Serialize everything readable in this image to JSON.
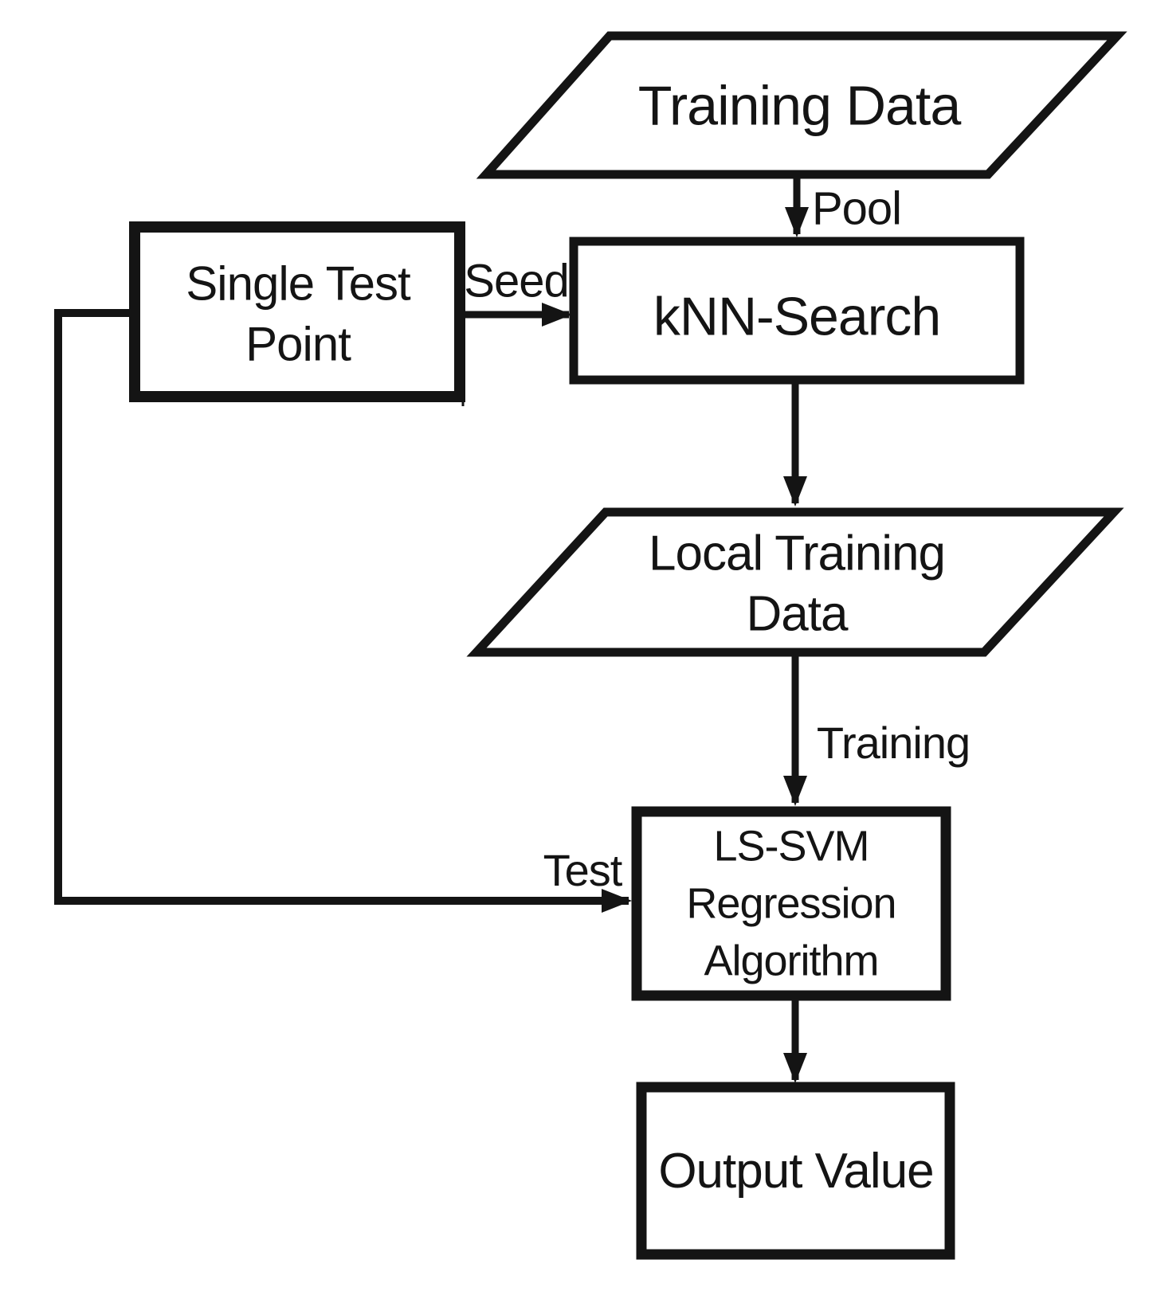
{
  "diagram": {
    "background_color": "#ffffff",
    "stroke_color": "#141414",
    "text_color": "#141414"
  },
  "nodes": {
    "training_data": {
      "label": "Training Data",
      "shape": "parallelogram"
    },
    "knn_search": {
      "label": "kNN-Search",
      "shape": "rectangle"
    },
    "single_test_point": {
      "label": "Single Test\nPoint",
      "shape": "rectangle"
    },
    "local_training_data": {
      "label": "Local Training\nData",
      "shape": "parallelogram"
    },
    "ls_svm": {
      "label": "LS-SVM\nRegression\nAlgorithm",
      "shape": "rectangle"
    },
    "output_value": {
      "label": "Output Value",
      "shape": "rectangle"
    }
  },
  "edges": {
    "pool": {
      "label": "Pool",
      "from": "training_data",
      "to": "knn_search"
    },
    "seed": {
      "label": "Seed",
      "from": "single_test_point",
      "to": "knn_search"
    },
    "knn_to_local": {
      "label": "",
      "from": "knn_search",
      "to": "local_training_data"
    },
    "training": {
      "label": "Training",
      "from": "local_training_data",
      "to": "ls_svm"
    },
    "test": {
      "label": "Test",
      "from": "single_test_point",
      "to": "ls_svm"
    },
    "result": {
      "label": "",
      "from": "ls_svm",
      "to": "output_value"
    }
  }
}
